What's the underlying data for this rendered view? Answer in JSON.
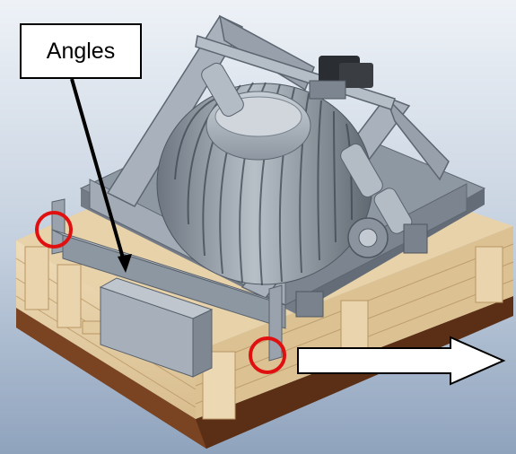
{
  "callout": {
    "label": "Angles"
  },
  "colors": {
    "background_top": "#e9eef4",
    "background_bottom": "#8fa3bd",
    "machine_gray": "#9aa3ad",
    "wood_light": "#e6cfa6",
    "wood_dark": "#6b3a1c",
    "highlight_circle": "#e01010",
    "arrow_fill": "#ffffff",
    "arrow_stroke": "#000000"
  },
  "icons": {
    "anchor_marker": "circle-outline",
    "direction": "right-arrow"
  }
}
